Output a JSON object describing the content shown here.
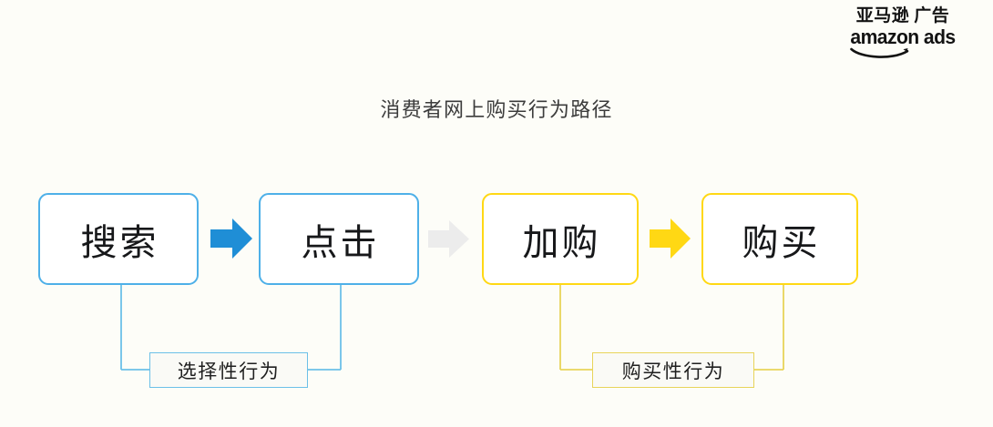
{
  "brand": {
    "logo_cn_1": "亚马逊",
    "logo_cn_2": "广告",
    "logo_en": "amazon ads",
    "smile_icon": "amazon-smile-swoosh"
  },
  "title": "消费者网上购买行为路径",
  "flow": {
    "steps": [
      {
        "id": "search",
        "label": "搜索",
        "accent": "#4eb0e8"
      },
      {
        "id": "click",
        "label": "点击",
        "accent": "#4eb0e8"
      },
      {
        "id": "add-cart",
        "label": "加购",
        "accent": "#ffd814"
      },
      {
        "id": "purchase",
        "label": "购买",
        "accent": "#ffd814"
      }
    ],
    "arrows": [
      {
        "id": "arrow-search-to-click",
        "icon": "arrow-right-icon",
        "color": "#1f8ed6"
      },
      {
        "id": "arrow-click-to-addcart",
        "icon": "arrow-right-icon",
        "color": "#ececec"
      },
      {
        "id": "arrow-addcart-to-buy",
        "icon": "arrow-right-icon",
        "color": "#ffd814"
      }
    ],
    "groups": [
      {
        "id": "selective-behavior",
        "label": "选择性行为",
        "color": "#6cc0e8",
        "covers": [
          "搜索",
          "点击"
        ]
      },
      {
        "id": "purchase-behavior",
        "label": "购买性行为",
        "color": "#e8d45a",
        "covers": [
          "加购",
          "购买"
        ]
      }
    ]
  },
  "colors": {
    "background": "#fdfdf8",
    "blue_accent": "#4eb0e8",
    "blue_arrow": "#1f8ed6",
    "yellow_accent": "#ffd814",
    "gray_arrow": "#ececec",
    "text": "#1f1f1f",
    "title_text": "#3c3c3c"
  }
}
